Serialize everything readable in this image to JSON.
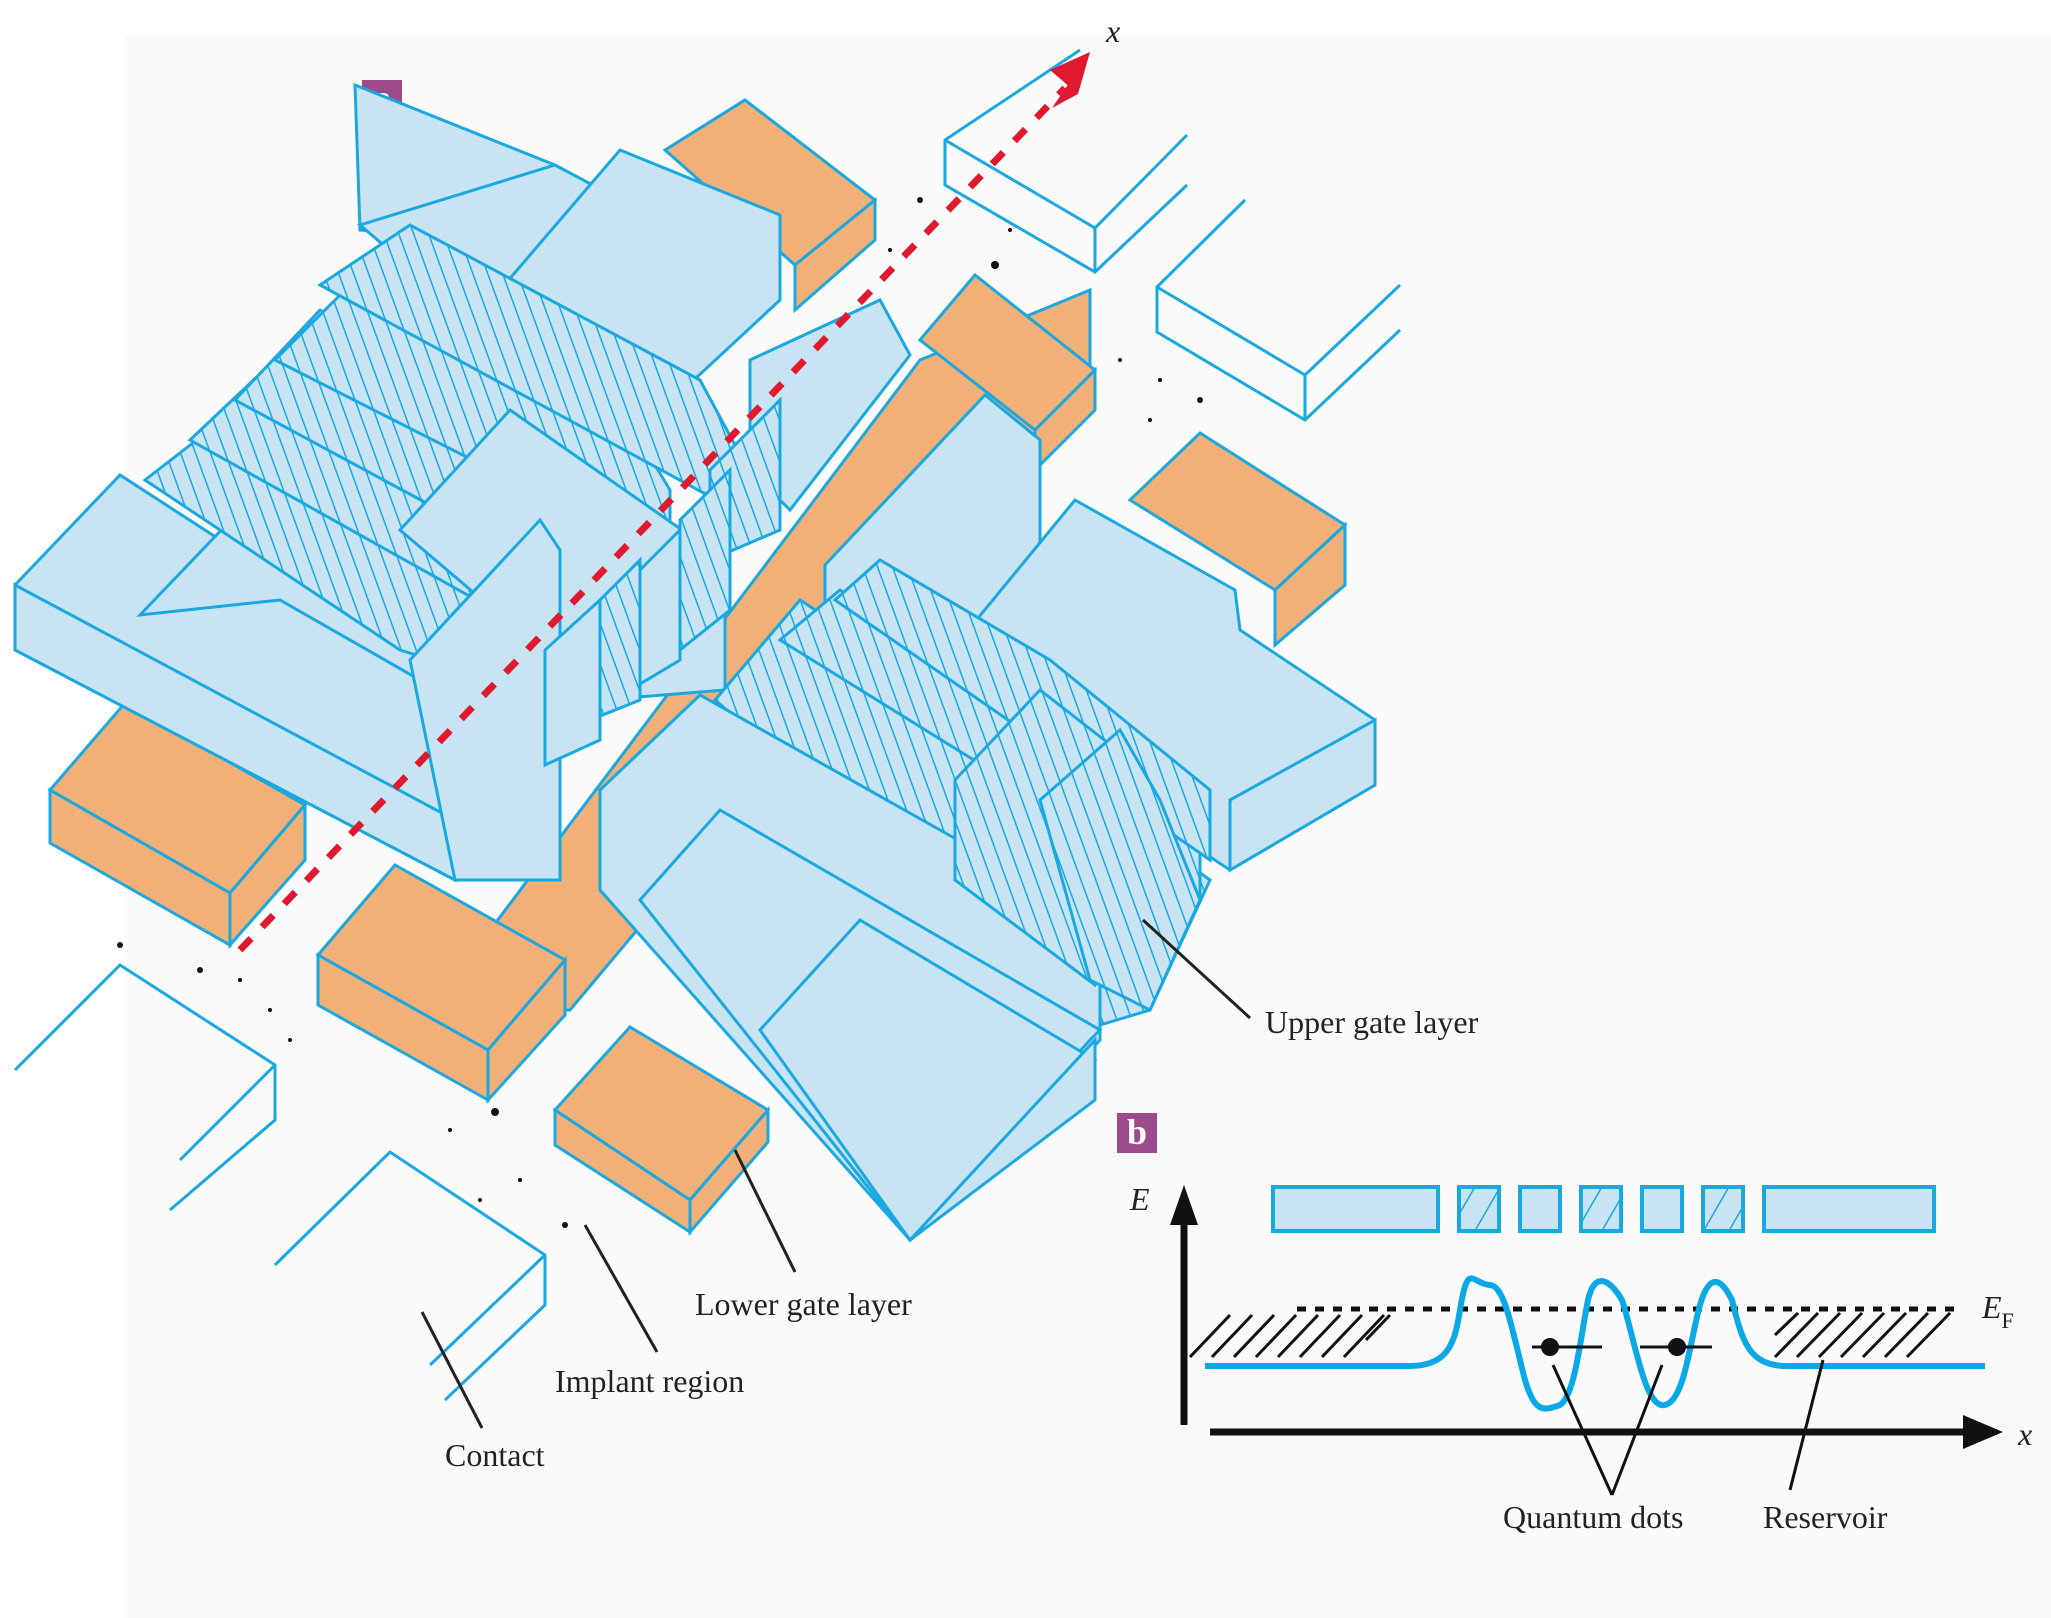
{
  "colors": {
    "gate_fill": "#c8e4f2",
    "gate_stroke": "#1aa8e0",
    "lower_gate_fill": "#f0b077",
    "axis_arrow": "#e0192e",
    "badge": "#9b4a8a",
    "ink": "#222222",
    "potential": "#0aa8e6"
  },
  "panel_a": {
    "badge": "a",
    "axis_label": "x",
    "labels": {
      "upper_gate": "Upper gate layer",
      "lower_gate": "Lower gate layer",
      "implant": "Implant region",
      "contact": "Contact"
    }
  },
  "panel_b": {
    "badge": "b",
    "y_axis_label": "E",
    "x_axis_label": "x",
    "fermi_label": "E",
    "fermi_subscript": "F",
    "gates": [
      "plain",
      "hatched",
      "plain",
      "hatched",
      "plain",
      "hatched",
      "plain"
    ],
    "labels": {
      "quantum_dots": "Quantum dots",
      "reservoir": "Reservoir"
    }
  }
}
